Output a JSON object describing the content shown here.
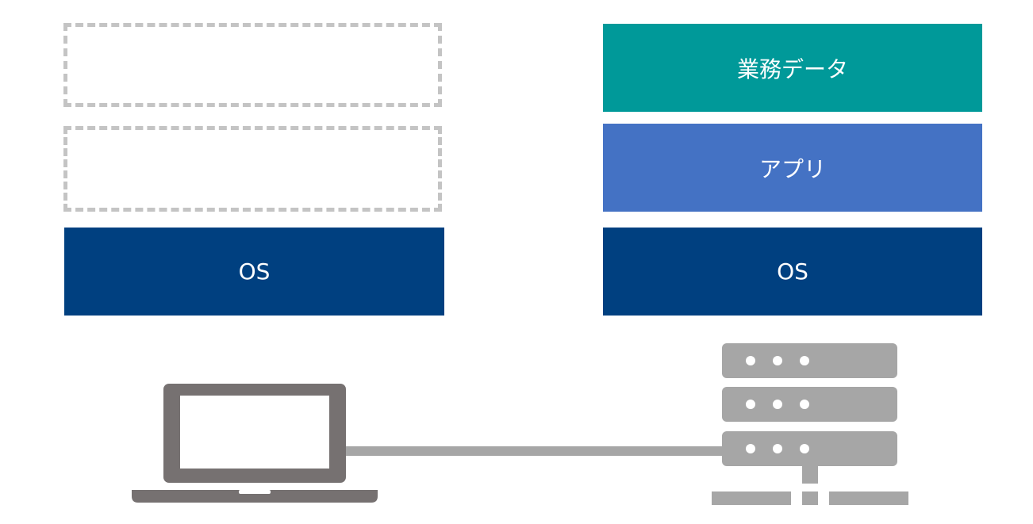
{
  "left_stack": {
    "placeholder_layers": 2,
    "os_label": "OS"
  },
  "right_stack": {
    "data_label": "業務データ",
    "app_label": "アプリ",
    "os_label": "OS"
  },
  "devices": {
    "client": "laptop-icon",
    "server": "server-icon",
    "server_units": 3
  },
  "colors": {
    "os": "#004080",
    "app": "#4472c4",
    "data": "#009999",
    "placeholder_border": "#c4c4c4",
    "laptop": "#767171",
    "server": "#a6a6a6"
  }
}
